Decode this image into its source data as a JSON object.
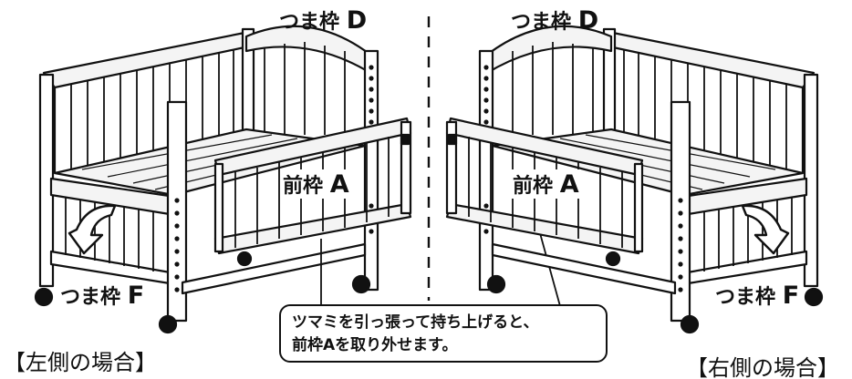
{
  "left": {
    "label_back": "つま枠",
    "label_back_letter": "D",
    "label_front": "前枠",
    "label_front_letter": "A",
    "label_side": "つま枠",
    "label_side_letter": "F",
    "caption": "【左側の場合】"
  },
  "right": {
    "label_back": "つま枠",
    "label_back_letter": "D",
    "label_front": "前枠",
    "label_front_letter": "A",
    "label_side": "つま枠",
    "label_side_letter": "F",
    "caption": "【右側の場合】"
  },
  "callout": {
    "line1": "ツマミを引っ張って持ち上げると、",
    "line2": "前枠Aを取り外せます。"
  },
  "colors": {
    "ink": "#111111",
    "paper": "#ffffff",
    "wood": "#f4f4f4"
  },
  "icons": [
    "rotate-down-arrow-icon",
    "caster-wheel-icon"
  ]
}
